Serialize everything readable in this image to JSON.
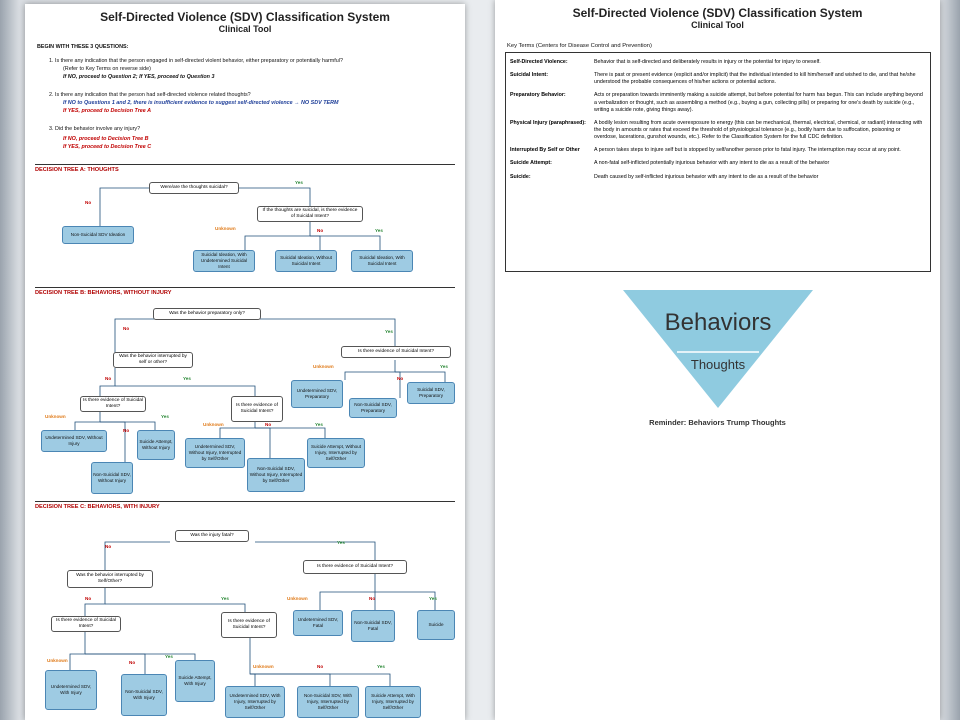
{
  "left_page": {
    "title": "Self-Directed Violence (SDV) Classification System",
    "subtitle": "Clinical Tool",
    "intro_heading": "BEGIN WITH THESE 3 QUESTIONS:",
    "q1": "1.   Is there any indication that the person engaged in self-directed violent behavior, either preparatory or potentially harmful?",
    "q1_note": "(Refer to Key Terms on reverse side)",
    "q1_branch": "If NO, proceed to Question 2; If YES, proceed to Question 3",
    "q2": "2.   Is there any indication that the person had self-directed violence related thoughts?",
    "q2_branch_a": "If NO to Questions 1 and 2, there is insufficient evidence to suggest self-directed violence → NO SDV TERM",
    "q2_branch_b": "If YES, proceed to Decision Tree A",
    "q3": "3.   Did the behavior involve any injury?",
    "q3_branch_a": "If NO, proceed to Decision Tree B",
    "q3_branch_b": "If YES, proceed to Decision Tree C",
    "tree_a": {
      "heading": "DECISION TREE A: THOUGHTS",
      "q_root": "Were/are the thoughts suicidal?",
      "q_intent": "If the thoughts are suicidal, is there evidence of Suicidal Intent?",
      "o_non": "Non-Suicidal SDV Ideation",
      "o_unk": "Suicidal Ideation, With Undetermined Suicidal Intent",
      "o_without": "Suicidal Ideation, Without Suicidal Intent",
      "o_with": "Suicidal Ideation, With Suicidal Intent"
    },
    "tree_b": {
      "heading": "DECISION TREE B: BEHAVIORS, WITHOUT INJURY",
      "q_root": "Was the behavior preparatory only?",
      "q_interrupted": "Was the behavior interrupted by self or other?",
      "q_intent_top": "Is there evidence of Suicidal Intent?",
      "q_intent_left": "Is there evidence of Suicidal Intent?",
      "q_intent_mid": "Is there evidence of Suicidal Intent?",
      "o_undet_prep": "Undetermined SDV, Preparatory",
      "o_nonsui_prep": "Non-Suicidal SDV, Preparatory",
      "o_sui_prep": "Suicidal SDV, Preparatory",
      "o_undet_without": "Undetermined SDV, Without Injury",
      "o_attempt_without": "Suicide Attempt, Without Injury",
      "o_nonsui_without": "Non-Suicidal SDV, Without Injury",
      "o_undet_interrupted": "Undetermined SDV, Without Injury, Interrupted by Self/Other",
      "o_nonsui_interrupted": "Non-Suicidal SDV, Without Injury, Interrupted by Self/Other",
      "o_attempt_interrupted": "Suicide Attempt, Without Injury, Interrupted by Self/Other"
    },
    "tree_c": {
      "heading": "DECISION TREE C: BEHAVIORS, WITH INJURY",
      "q_root": "Was the injury fatal?",
      "q_interrupted": "Was the behavior interrupted by Self/Other?",
      "q_intent_right": "Is there evidence of Suicidal Intent?",
      "q_intent_left": "Is there evidence of Suicidal Intent?",
      "q_intent_mid": "Is there evidence of Suicidal Intent?",
      "o_undet_fatal": "Undetermined SDV, Fatal",
      "o_nonsui_fatal": "Non-Suicidal SDV, Fatal",
      "o_suicide": "Suicide",
      "o_undet_injury": "Undetermined SDV, With Injury",
      "o_nonsui_injury": "Non-Suicidal SDV, With Injury",
      "o_attempt_injury": "Suicide Attempt, With Injury",
      "o_undet_int": "Undetermined SDV, With Injury, Interrupted by Self/Other",
      "o_nonsui_int": "Non-Suicidal SDV, With Injury, Interrupted by Self/Other",
      "o_attempt_int": "Suicide Attempt, With Injury, Interrupted by Self/Other"
    },
    "labels": {
      "no": "No",
      "yes": "Yes",
      "unknown": "Unknown"
    }
  },
  "right_page": {
    "title": "Self-Directed Violence (SDV) Classification System",
    "subtitle": "Clinical Tool",
    "key_terms_heading": "Key Terms (Centers for Disease Control and Prevention)",
    "terms": [
      {
        "term": "Self-Directed Violence:",
        "def": "Behavior that is self-directed and deliberately results in injury or the potential for injury to oneself."
      },
      {
        "term": "Suicidal Intent:",
        "def": "There is past or present evidence (explicit and/or implicit) that the individual intended to kill him/herself and wished to die, and that he/she understood the probable consequences of his/her actions or potential actions."
      },
      {
        "term": "Preparatory Behavior:",
        "def": "Acts or preparation towards imminently making a suicide attempt, but before potential for harm has begun. This can include anything beyond a verbalization or thought, such as assembling a method (e.g., buying a gun, collecting pills) or preparing for one's death by suicide (e.g., writing a suicide note, giving things away)."
      },
      {
        "term": "Physical Injury (paraphrased):",
        "def": "A bodily lesion resulting from acute overexposure to energy (this can be mechanical, thermal, electrical, chemical, or radiant) interacting with the body in amounts or rates that exceed the threshold of physiological tolerance (e.g., bodily harm due to suffocation, poisoning or overdose, lacerations, gunshot wounds, etc.). Refer to the Classification System for the full CDC definition."
      },
      {
        "term": "Interrupted By Self or Other",
        "def": "A person takes steps to injure self but is stopped by self/another person prior to fatal injury. The interruption may occur at any point."
      },
      {
        "term": "Suicide Attempt:",
        "def": "A non-fatal self-inflicted potentially injurious behavior with any intent to die as a result of the behavior"
      },
      {
        "term": "Suicide:",
        "def": "Death caused by self-inflicted injurious behavior with any intent to die as a result of the behavior"
      }
    ],
    "triangle_top": "Behaviors",
    "triangle_bottom": "Thoughts",
    "reminder": "Reminder: Behaviors Trump Thoughts",
    "triangle_color": "#8fcbe0"
  }
}
